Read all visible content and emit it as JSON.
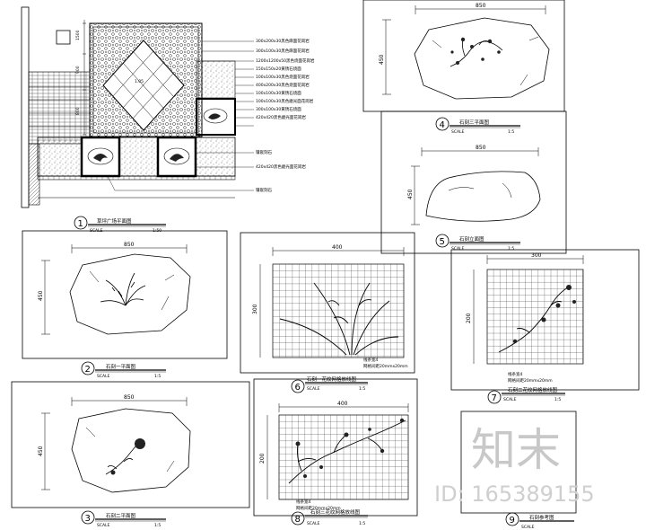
{
  "drawing": {
    "plan": {
      "number": "1",
      "caption": "草坪广场平面图",
      "scale": "SCALE",
      "scale_ratio": "1:50",
      "center_label": "1.05",
      "dims_left": [
        "1500",
        "900",
        "800"
      ],
      "notes": [
        "300x200x30黑色麻面花岗岩",
        "300x100x30黑色麻面花岗岩",
        "1200x1200x50黑色烧面花岗岩",
        "150x150x20黄锈石烧面",
        "100x100x30黑色烧面花岗岩",
        "400x200x30黑色烧面花岗岩",
        "100x100x30黄锈石烧面",
        "100x100x30黑色磨光面花岗岩",
        "300x100x30黄锈石烧面",
        "420x420黑色磨光面花岗岩",
        "镶嵌刻石",
        "420x420黑色磨光面花岗岩",
        "镶嵌刻石"
      ]
    },
    "stone2": {
      "number": "2",
      "caption": "石刻一平面图",
      "scale": "SCALE",
      "scale_ratio": "1:5",
      "width": "850",
      "height": "450"
    },
    "stone3": {
      "number": "3",
      "caption": "石刻二平面图",
      "scale": "SCALE",
      "scale_ratio": "1:5",
      "width": "850",
      "height": "450"
    },
    "stone4": {
      "number": "4",
      "caption": "石刻三平面图",
      "scale": "SCALE",
      "scale_ratio": "1:5",
      "width": "850",
      "height": "450"
    },
    "stone5": {
      "number": "5",
      "caption": "石刻立面图",
      "scale": "SCALE",
      "scale_ratio": "1:5",
      "width": "850",
      "height": "450"
    },
    "grid6": {
      "number": "6",
      "caption": "石刻一花纹网格放线图",
      "scale": "SCALE",
      "scale_ratio": "1:5",
      "width": "400",
      "height": "300",
      "note1": "线条宽4",
      "note2": "网格间距20mmx20mm"
    },
    "grid7": {
      "number": "7",
      "caption": "石刻二花纹网格放线图",
      "scale": "SCALE",
      "scale_ratio": "1:5",
      "width": "300",
      "height": "200",
      "note1": "线条宽4",
      "note2": "网格间距20mmx20mm"
    },
    "grid8": {
      "number": "8",
      "caption": "石刻三花纹网格放线图",
      "scale": "SCALE",
      "scale_ratio": "1:5",
      "width": "400",
      "height": "200",
      "note1": "线条宽4",
      "note2": "网格间距20mmx20mm"
    },
    "detail9": {
      "number": "9",
      "caption": "石刻参考图",
      "scale": "SCALE",
      "scale_ratio": ""
    }
  },
  "watermark": {
    "logo": "知末",
    "id": "ID: 165389155"
  }
}
